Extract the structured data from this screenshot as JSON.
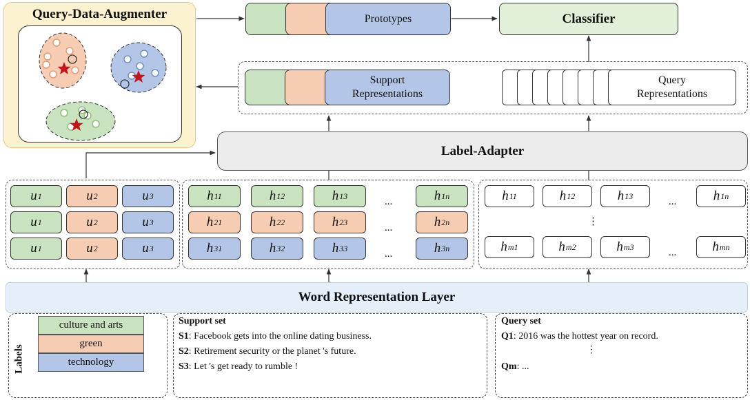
{
  "qda": {
    "title": "Query-Data-Augmenter"
  },
  "prototypes": {
    "label": "Prototypes"
  },
  "classifier": {
    "label": "Classifier"
  },
  "support_repr": {
    "line1": "Support",
    "line2": "Representations"
  },
  "query_repr": {
    "line1": "Query",
    "line2": "Representations"
  },
  "label_adapter": {
    "label": "Label-Adapter"
  },
  "word_layer": {
    "label": "Word Representation Layer"
  },
  "labels": {
    "title": "Labels",
    "items": [
      "culture and arts",
      "green",
      "technology"
    ]
  },
  "u_grid": {
    "rows": [
      [
        {
          "base": "u",
          "sub": "1"
        },
        {
          "base": "u",
          "sub": "2"
        },
        {
          "base": "u",
          "sub": "3"
        }
      ],
      [
        {
          "base": "u",
          "sub": "1"
        },
        {
          "base": "u",
          "sub": "2"
        },
        {
          "base": "u",
          "sub": "3"
        }
      ],
      [
        {
          "base": "u",
          "sub": "1"
        },
        {
          "base": "u",
          "sub": "2"
        },
        {
          "base": "u",
          "sub": "3"
        }
      ]
    ]
  },
  "h_support": {
    "rows": [
      [
        {
          "base": "h",
          "sub": "11"
        },
        {
          "base": "h",
          "sub": "12"
        },
        {
          "base": "h",
          "sub": "13"
        },
        {
          "base": "h",
          "sub": "1n"
        }
      ],
      [
        {
          "base": "h",
          "sub": "21"
        },
        {
          "base": "h",
          "sub": "22"
        },
        {
          "base": "h",
          "sub": "23"
        },
        {
          "base": "h",
          "sub": "2n"
        }
      ],
      [
        {
          "base": "h",
          "sub": "31"
        },
        {
          "base": "h",
          "sub": "32"
        },
        {
          "base": "h",
          "sub": "33"
        },
        {
          "base": "h",
          "sub": "3n"
        }
      ]
    ],
    "ellipsis": "..."
  },
  "h_query": {
    "rows": [
      [
        {
          "base": "h",
          "sub": "11"
        },
        {
          "base": "h",
          "sub": "12"
        },
        {
          "base": "h",
          "sub": "13"
        },
        {
          "base": "h",
          "sub": "1n"
        }
      ],
      [
        {
          "base": "h",
          "sub": "m1"
        },
        {
          "base": "h",
          "sub": "m2"
        },
        {
          "base": "h",
          "sub": "m3"
        },
        {
          "base": "h",
          "sub": "mn"
        }
      ]
    ],
    "ellipsis": "...",
    "vdots": "⋮"
  },
  "support_set": {
    "title": "Support set",
    "items": [
      {
        "id": "S1",
        "text": ": Facebook gets into the online dating business."
      },
      {
        "id": "S2",
        "text": ": Retirement security or the planet 's future."
      },
      {
        "id": "S3",
        "text": ": Let 's get ready to rumble !"
      }
    ]
  },
  "query_set": {
    "title": "Query set",
    "items": [
      {
        "id": "Q1",
        "text": ": 2016 was the hottest year on record."
      },
      {
        "id": "Qm",
        "text": ": ..."
      }
    ],
    "vdots": "⋮"
  },
  "colors": {
    "green": "#c9e2bf",
    "orange": "#f6cdb2",
    "blue": "#b4c6e7",
    "qda_bg": "#fdf2d0",
    "qda_border": "#e9c98a",
    "classifier": "#e2efd9",
    "panel": "#e5eff9",
    "adapter": "#ececec"
  }
}
